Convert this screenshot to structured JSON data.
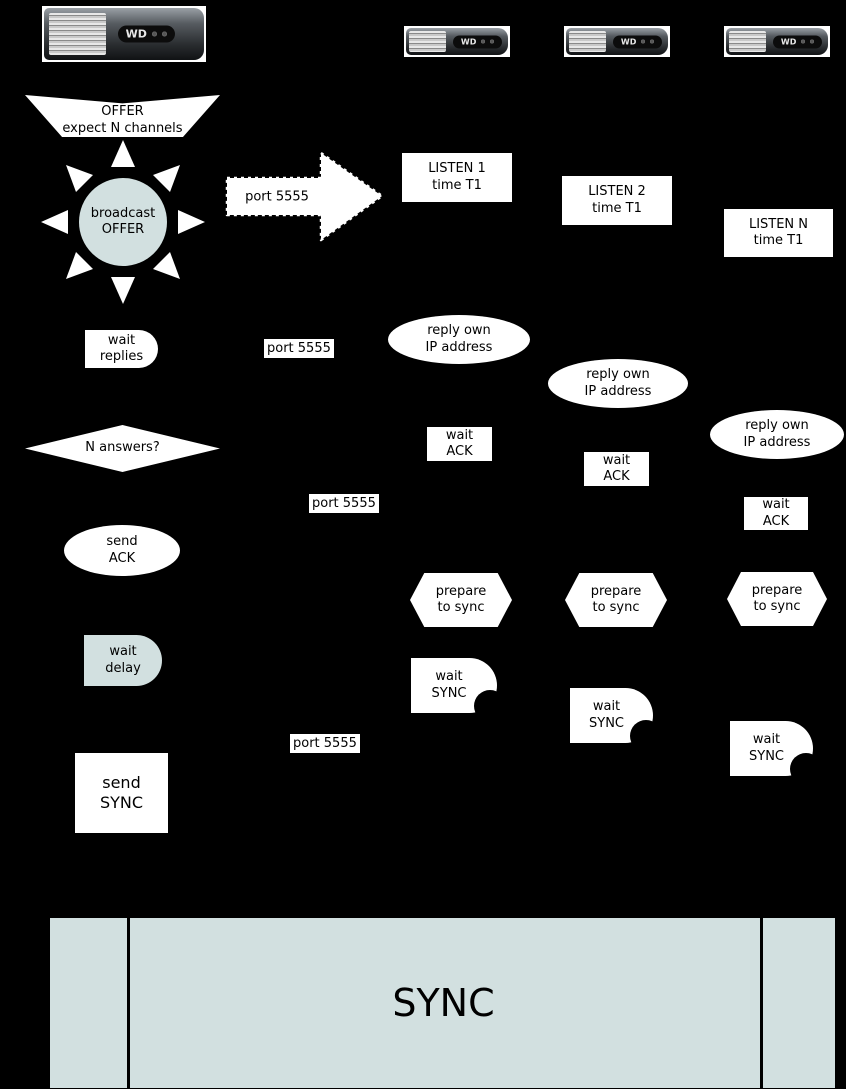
{
  "colors": {
    "background": "#000000",
    "shape_fill": "#ffffff",
    "pale_fill": "#d2e0e0",
    "text": "#000000"
  },
  "device_logo": "WD",
  "master_flow": {
    "offer_line1": "OFFER",
    "offer_line2": "expect N channels",
    "broadcast_line1": "broadcast",
    "broadcast_line2": "OFFER",
    "wait_replies_line1": "wait",
    "wait_replies_line2": "replies",
    "n_answers": "N answers?",
    "send_ack_line1": "send",
    "send_ack_line2": "ACK",
    "wait_delay_line1": "wait",
    "wait_delay_line2": "delay",
    "send_sync_line1": "send",
    "send_sync_line2": "SYNC"
  },
  "broadcast_arrow": {
    "label": "port 5555"
  },
  "port_labels": {
    "first": "port 5555",
    "second": "port 5555",
    "third": "port 5555"
  },
  "clients": [
    {
      "listen_line1": "LISTEN 1",
      "listen_line2": "time T1",
      "reply_line1": "reply own",
      "reply_line2": "IP address",
      "wait_ack_line1": "wait",
      "wait_ack_line2": "ACK",
      "prepare_line1": "prepare",
      "prepare_line2": "to sync",
      "wait_sync_line1": "wait",
      "wait_sync_line2": "SYNC"
    },
    {
      "listen_line1": "LISTEN 2",
      "listen_line2": "time T1",
      "reply_line1": "reply own",
      "reply_line2": "IP address",
      "wait_ack_line1": "wait",
      "wait_ack_line2": "ACK",
      "prepare_line1": "prepare",
      "prepare_line2": "to sync",
      "wait_sync_line1": "wait",
      "wait_sync_line2": "SYNC"
    },
    {
      "listen_line1": "LISTEN N",
      "listen_line2": "time T1",
      "reply_line1": "reply own",
      "reply_line2": "IP address",
      "wait_ack_line1": "wait",
      "wait_ack_line2": "ACK",
      "prepare_line1": "prepare",
      "prepare_line2": "to sync",
      "wait_sync_line1": "wait",
      "wait_sync_line2": "SYNC"
    }
  ],
  "sync_bar": {
    "label": "SYNC"
  }
}
